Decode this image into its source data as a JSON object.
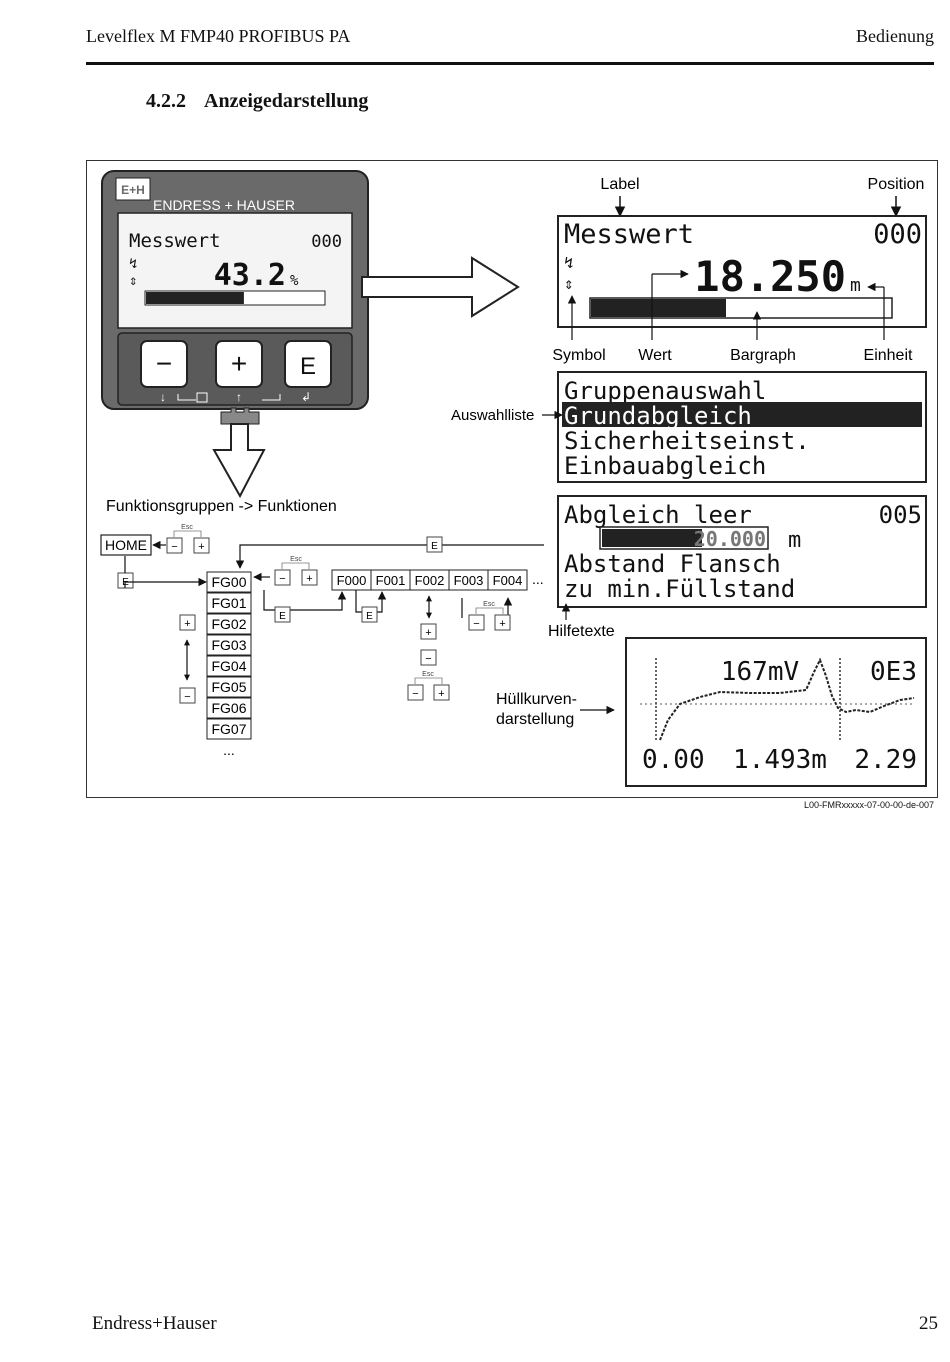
{
  "header": {
    "left": "Levelflex M FMP40 PROFIBUS PA",
    "right": "Bedienung"
  },
  "section": {
    "number": "4.2.2",
    "title": "Anzeigedarstellung"
  },
  "device": {
    "brand": "ENDRESS + HAUSER",
    "logo_text": "E+H",
    "display_label": "Messwert",
    "display_position": "000",
    "display_value": "43.2",
    "display_unit": "%",
    "display_bar_level": 0.55,
    "keys": {
      "minus": "−",
      "plus": "+",
      "enter": "E"
    }
  },
  "main_display": {
    "annotation_label": "Label",
    "annotation_position": "Position",
    "label": "Messwert",
    "position": "000",
    "value": "18.250",
    "unit": "m",
    "bar_level": 0.45,
    "annotation_symbol": "Symbol",
    "annotation_value": "Wert",
    "annotation_bargraph": "Bargraph",
    "annotation_unit": "Einheit"
  },
  "selection_list": {
    "annotation": "Auswahlliste",
    "lines": [
      "Gruppenauswahl",
      "Grundabgleich",
      " Sicherheitseinst.",
      " Einbauabgleich"
    ]
  },
  "help_texts": {
    "annotation": "Hilfetexte",
    "line1_label": "Abgleich leer",
    "line1_position": "005",
    "value": "20.000",
    "unit": "m",
    "line3": "Abstand Flansch",
    "line4": "zu min.Füllstand"
  },
  "envelope": {
    "annotation_line1": "Hüllkurven-",
    "annotation_line2": "darstellung",
    "top_center": "167mV",
    "top_right": "0E3",
    "bottom_left": "0.00",
    "bottom_center": "1.493m",
    "bottom_right": "2.29"
  },
  "navigation": {
    "caption": "Funktionsgruppen -> Funktionen",
    "home": "HOME",
    "groups": [
      "FG00",
      "FG01",
      "FG02",
      "FG03",
      "FG04",
      "FG05",
      "FG06",
      "FG07"
    ],
    "more": "...",
    "functions": [
      "F000",
      "F001",
      "F002",
      "F003",
      "F004"
    ],
    "functions_more": "...",
    "key_e": "E",
    "key_minus": "−",
    "key_plus": "+",
    "esc": "Esc"
  },
  "figure_code": "L00-FMRxxxxx-07-00-00-de-007",
  "footer": {
    "left": "Endress+Hauser",
    "right": "25"
  }
}
